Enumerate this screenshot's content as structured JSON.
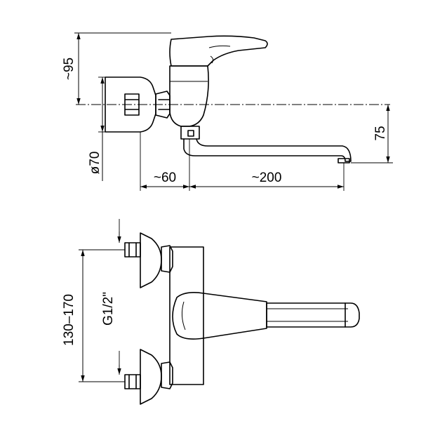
{
  "dimensions": {
    "height_above_axis": "~95",
    "flange_diameter": "ø70",
    "wall_offset": "~60",
    "spout_reach": "~200",
    "spout_drop": "75",
    "inlet_spacing": "130–170",
    "thread": "G1/2\""
  },
  "colors": {
    "line": "#000000",
    "background": "#ffffff"
  }
}
